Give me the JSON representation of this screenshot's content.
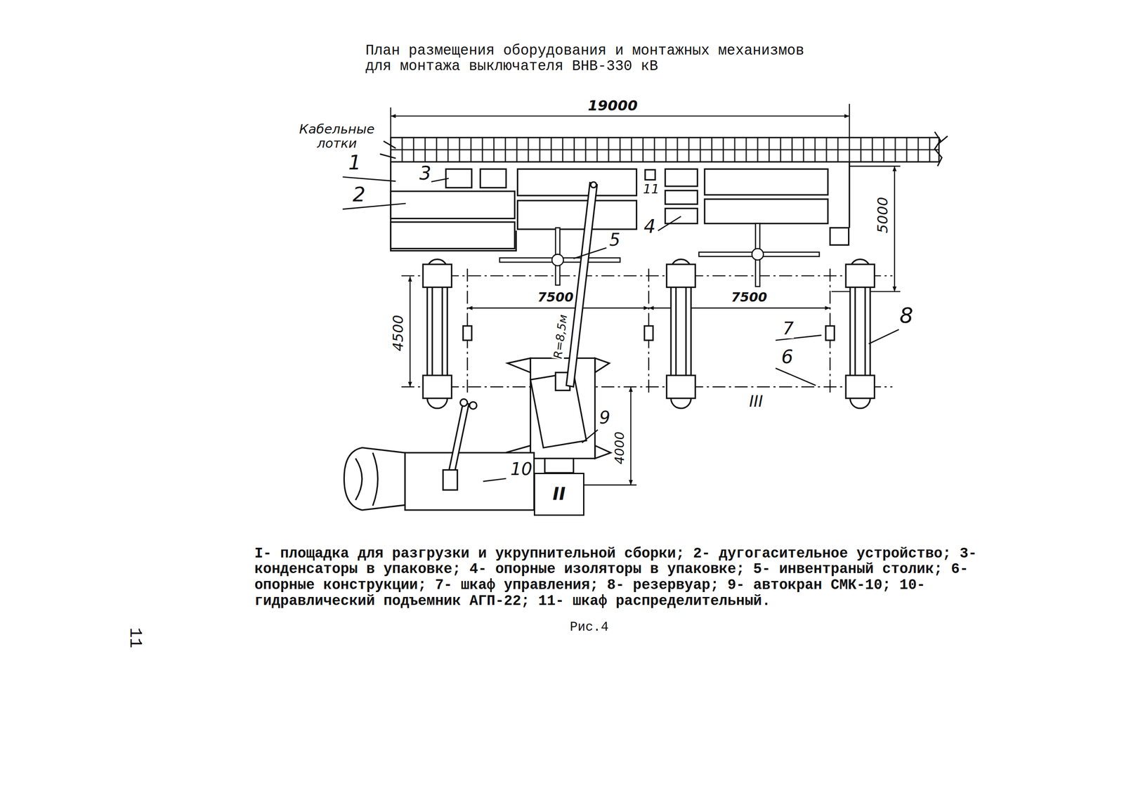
{
  "diagram": {
    "title": "План размещения оборудования и монтажных механизмов для монтажа выключателя ВНВ-330 кВ",
    "caption": "I- площадка для разгрузки и укрупнительной сборки; 2- дугогасительное устройство; 3- конденсаторы в упаковке; 4- опорные изоляторы в упаковке; 5- инвентраный столик; 6- опорные конструкции; 7- шкаф управления; 8- резервуар; 9- автокран СМК-10; 10- гидравлический подъемник АГП-22; 11- шкаф распределительный.",
    "nodes": [
      {
        "text": [
          "II"
        ]
      }
    ],
    "labels": [
      "Кабельные лотки",
      "19000",
      "1",
      "2",
      "3",
      "11",
      "4",
      "5",
      "5000",
      "7500",
      "7500",
      "4500",
      "R=8,5м",
      "7",
      "6",
      "8",
      "9",
      "4000",
      "III",
      "10",
      "Рис.4",
      "11"
    ]
  }
}
